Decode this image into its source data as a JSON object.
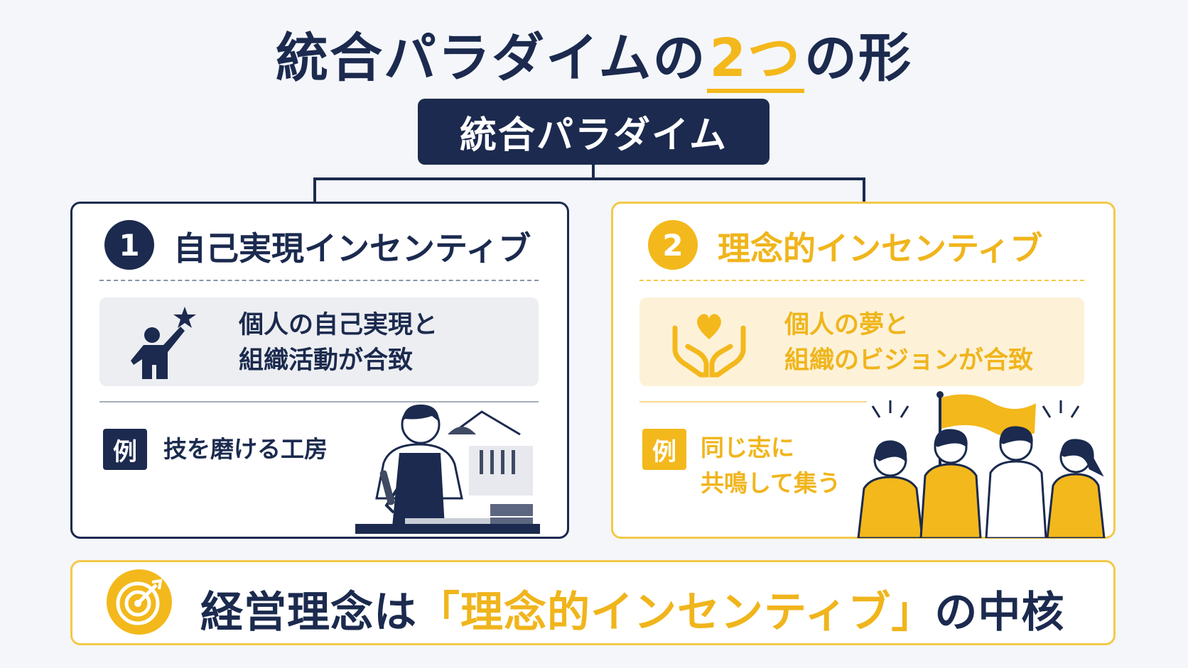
{
  "title": {
    "before": "統合パラダイムの",
    "highlight": "2つ",
    "after": "の形"
  },
  "root": {
    "label": "統合パラダイム"
  },
  "left": {
    "number": "1",
    "title": "自己実現インセンティブ",
    "description_line1": "個人の自己実現と",
    "description_line2": "組織活動が合致",
    "example_badge": "例",
    "example_text": "技を磨ける工房"
  },
  "right": {
    "number": "2",
    "title": "理念的インセンティブ",
    "description_line1": "個人の夢と",
    "description_line2": "組織のビジョンが合致",
    "example_badge": "例",
    "example_line1": "同じ志に",
    "example_line2": "共鳴して集う"
  },
  "bottom": {
    "before": "経営理念は",
    "highlight": "「理念的インセンティブ」",
    "after": "の中核"
  },
  "colors": {
    "navy": "#1b2a4e",
    "gold": "#f3b81b",
    "background": "#f4f6fa"
  }
}
